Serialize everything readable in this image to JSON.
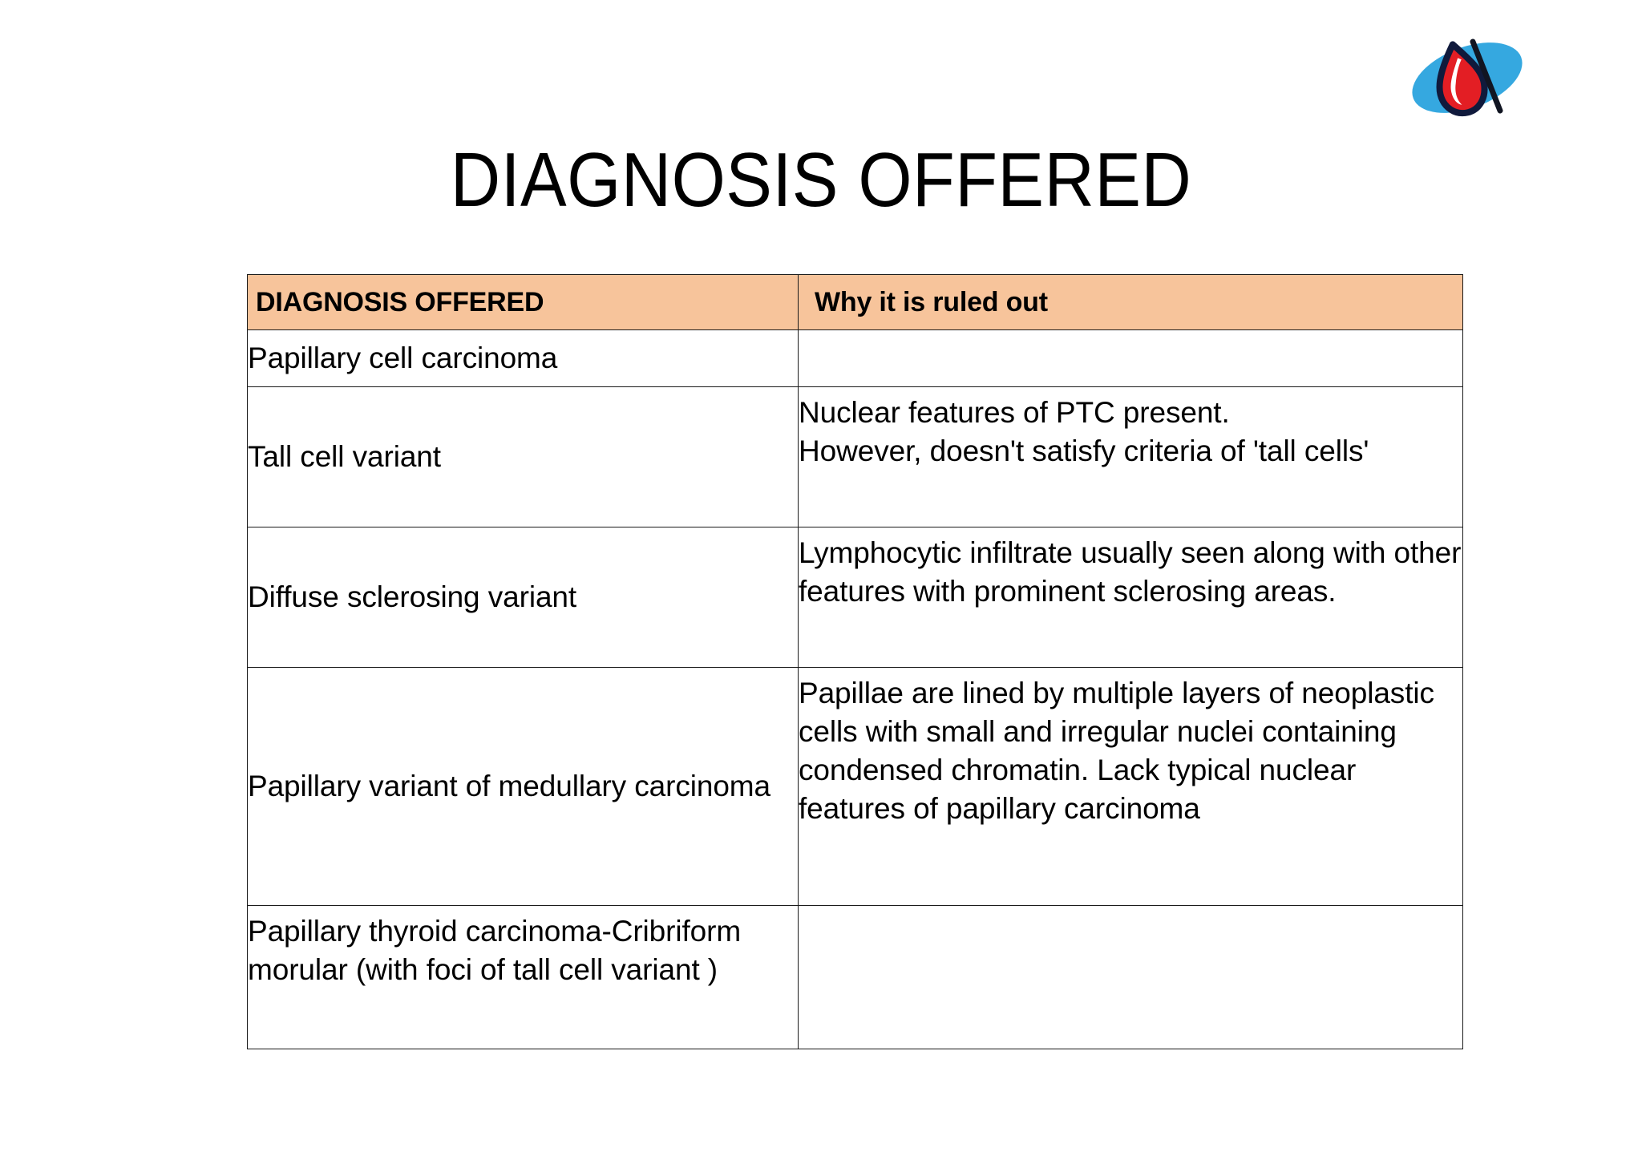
{
  "slide": {
    "title": "DIAGNOSIS OFFERED",
    "logo": {
      "name": "blood-drop-logo",
      "ellipse_color": "#35A8E0",
      "drop_color": "#E31E24",
      "outline_color": "#101a3c",
      "highlight_color": "#ffffff"
    },
    "colors": {
      "header_fill": "#F7C49B",
      "border": "#1a1a1a",
      "text": "#000000",
      "background": "#ffffff"
    }
  },
  "table": {
    "columns": [
      {
        "key": "diagnosis",
        "label": "DIAGNOSIS   OFFERED"
      },
      {
        "key": "reason",
        "label": " Why it is ruled out"
      }
    ],
    "rows": [
      {
        "diagnosis": "Papillary cell carcinoma",
        "reason": ""
      },
      {
        "diagnosis": "Tall cell variant",
        "reason": "Nuclear features of PTC present.\nHowever, doesn't satisfy criteria of 'tall cells'"
      },
      {
        "diagnosis": "Diffuse sclerosing variant",
        "reason": "Lymphocytic infiltrate usually seen along with other features with prominent sclerosing areas."
      },
      {
        "diagnosis": "Papillary variant of medullary carcinoma",
        "reason": "Papillae are lined by multiple layers of neoplastic cells with small and irregular nuclei containing condensed chromatin. Lack typical nuclear features of papillary carcinoma"
      },
      {
        "diagnosis": "Papillary thyroid carcinoma-Cribriform morular (with foci of tall cell variant )",
        "reason": ""
      }
    ]
  }
}
